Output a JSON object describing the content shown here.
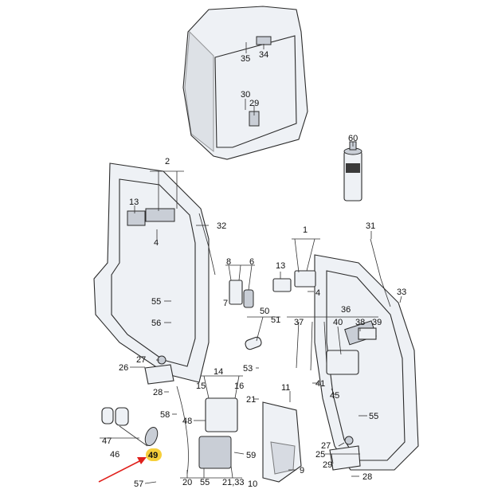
{
  "callouts": {
    "c35": "35",
    "c34": "34",
    "c30": "30",
    "c29": "29",
    "c60": "60",
    "c2": "2",
    "c13a": "13",
    "c4a": "4",
    "c32": "32",
    "c8": "8",
    "c7": "7",
    "c6": "6",
    "c1": "1",
    "c13b": "13",
    "c4b": "4",
    "c31": "31",
    "c33": "33",
    "c55a": "55",
    "c56": "56",
    "c50": "50",
    "c51": "51",
    "c37": "37",
    "c40": "40",
    "c36": "36",
    "c38": "38",
    "c39": "39",
    "c26": "26",
    "c27a": "27",
    "c28a": "28",
    "c14": "14",
    "c15": "15",
    "c16": "16",
    "c53": "53",
    "c58": "58",
    "c48": "48",
    "c21": "21",
    "c11": "11",
    "c41": "41",
    "c45": "45",
    "c55b": "55",
    "c47": "47",
    "c46": "46",
    "c49": "49",
    "c59": "59",
    "c57": "57",
    "c20": "20",
    "c55c": "55",
    "c2133": "21,33",
    "c10": "10",
    "c9": "9",
    "c25": "25",
    "c27b": "27",
    "c29b": "29",
    "c28b": "28"
  },
  "colors": {
    "highlight": "#f6cf3a",
    "arrow": "#e0201b"
  }
}
